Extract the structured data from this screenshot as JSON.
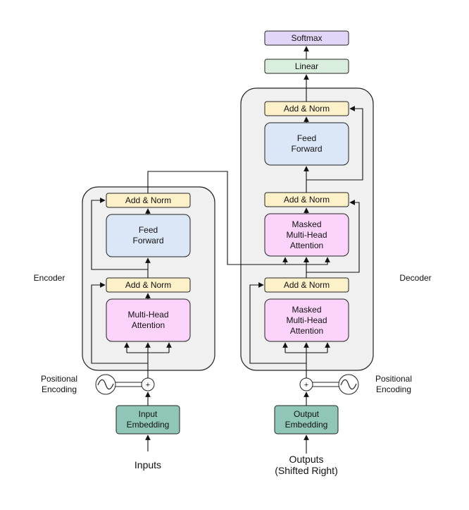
{
  "diagram": {
    "encoder": {
      "label": "Encoder",
      "add_norm_top": "Add & Norm",
      "feed_forward": [
        "Feed",
        "Forward"
      ],
      "add_norm_bottom": "Add & Norm",
      "attention": [
        "Multi-Head",
        "Attention"
      ]
    },
    "decoder": {
      "label": "Decoder",
      "add_norm_top": "Add & Norm",
      "feed_forward": [
        "Feed",
        "Forward"
      ],
      "add_norm_mid": "Add & Norm",
      "cross_attention": [
        "Masked",
        "Multi-Head",
        "Attention"
      ],
      "add_norm_bottom": "Add & Norm",
      "self_attention": [
        "Masked",
        "Multi-Head",
        "Attention"
      ]
    },
    "softmax": "Softmax",
    "linear": "Linear",
    "input_embedding": [
      "Input",
      "Embedding"
    ],
    "output_embedding": [
      "Output",
      "Embedding"
    ],
    "positional_encoding_left": [
      "Positional",
      "Encoding"
    ],
    "positional_encoding_right": [
      "Positional",
      "Encoding"
    ],
    "inputs": "Inputs",
    "outputs": [
      "Outputs",
      "(Shifted Right)"
    ],
    "plus_symbol": "+",
    "colors": {
      "add_norm": "#fdf1c9",
      "feed_forward": "#dbe7f6",
      "attention": "#fbd3fb",
      "embedding": "#90c6b7",
      "linear": "#d9eedd",
      "softmax": "#e1d6f8",
      "container": "#f0f0f0"
    }
  }
}
